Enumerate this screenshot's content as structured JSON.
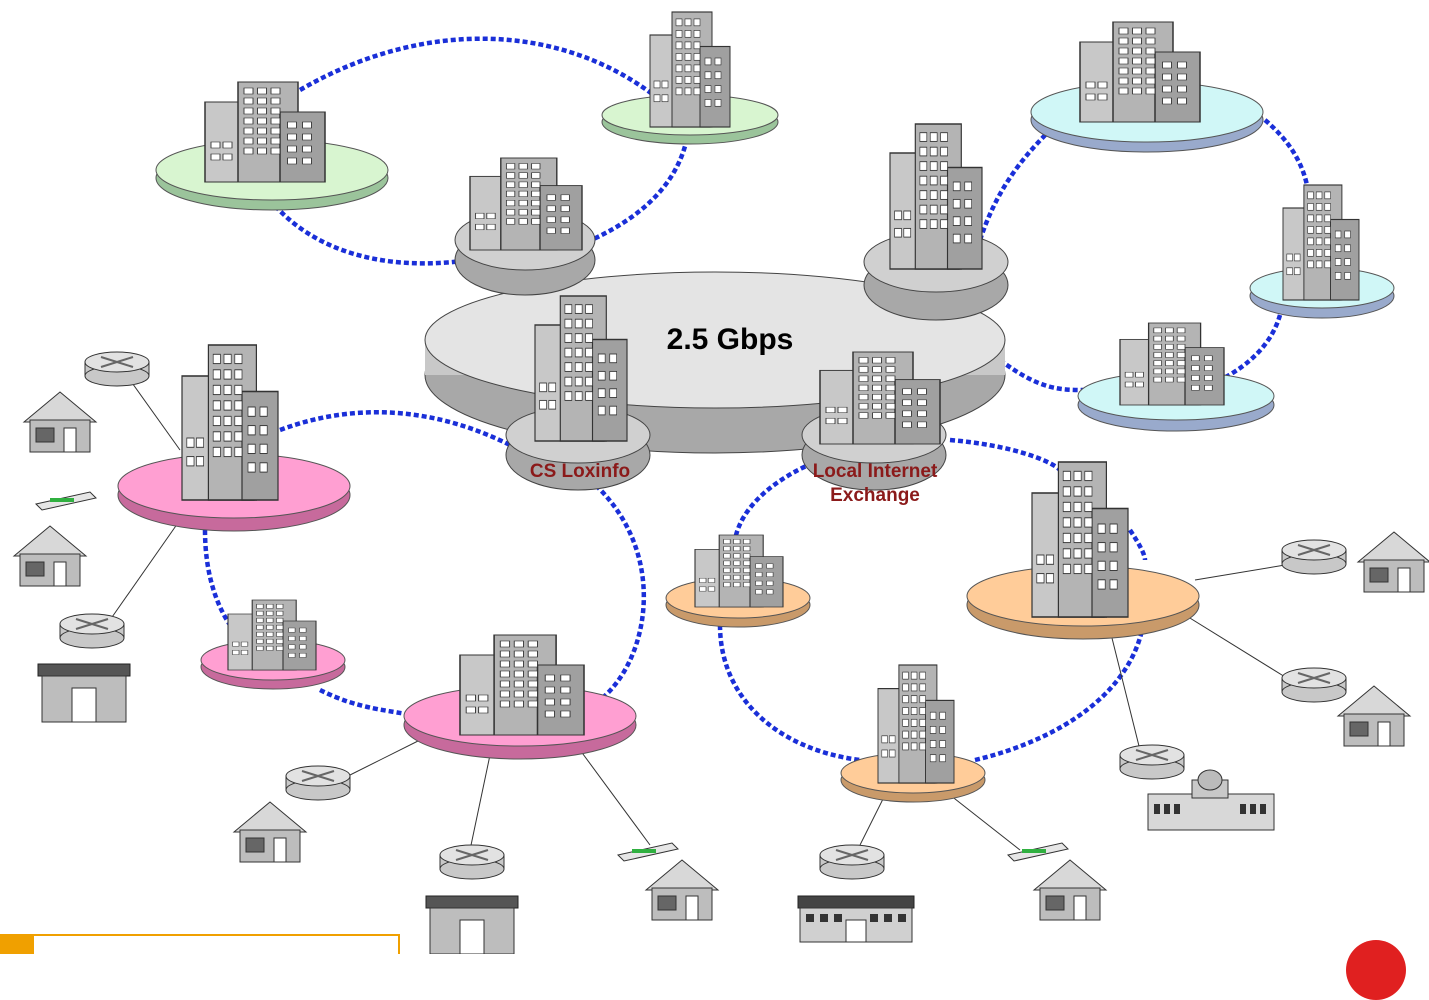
{
  "core": {
    "speed_label": "2.5 Gbps"
  },
  "nodes": {
    "cs_loxinfo_label": "CS Loxinfo",
    "lix_label_line1": "Local Internet",
    "lix_label_line2": "Exchange"
  },
  "colors": {
    "link_dashed": "#1a2fd8",
    "core_disc": "#e4e4e4",
    "ring_green": "#d8f5d0",
    "ring_cyan": "#d0f7f7",
    "ring_pink": "#ff9fd2",
    "ring_orange": "#ffcc99",
    "label_red": "#8b1a1a",
    "footer_accent": "#f0a000",
    "logo": "#e02020"
  },
  "icons": [
    "building-icon",
    "router-icon",
    "modem-icon",
    "house-icon",
    "shop-icon",
    "government-building-icon",
    "school-icon"
  ]
}
